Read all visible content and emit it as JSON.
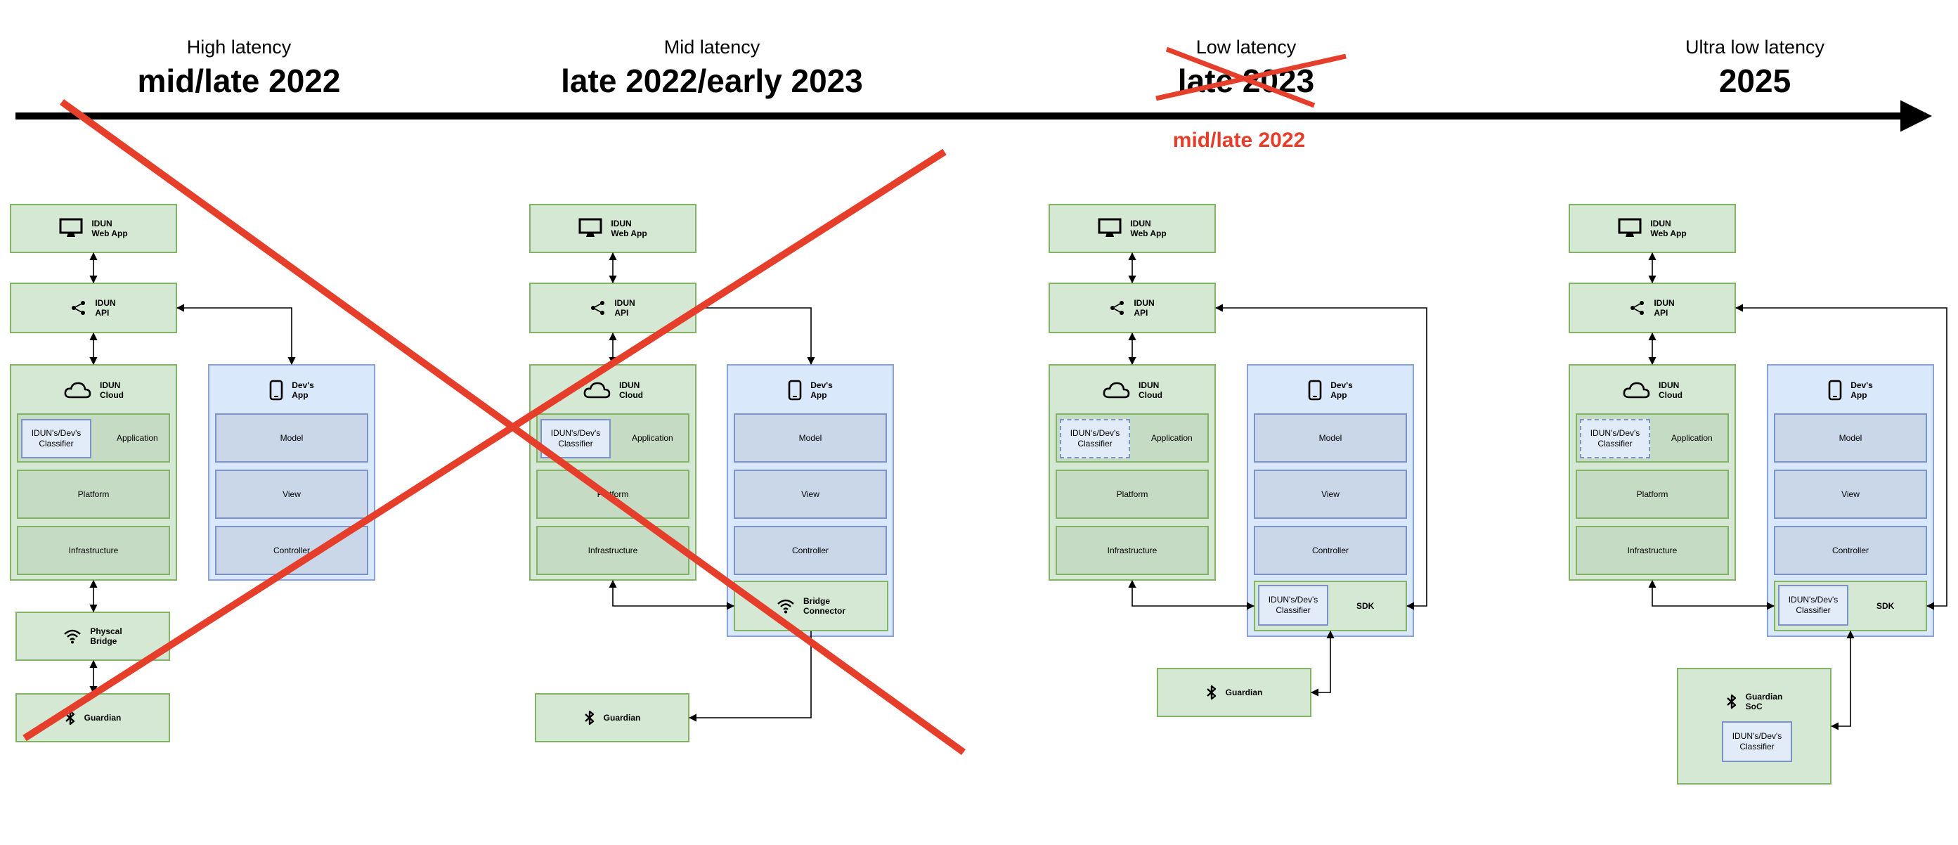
{
  "timeline": [
    {
      "sub": "High latency",
      "main": "mid/late 2022"
    },
    {
      "sub": "Mid latency",
      "main": "late 2022/early 2023"
    },
    {
      "sub": "Low latency",
      "main": "late 2023",
      "revised": "mid/late 2022"
    },
    {
      "sub": "Ultra low latency",
      "main": "2025"
    }
  ],
  "labels": {
    "idun": "IDUN",
    "web_app": "Web App",
    "api": "API",
    "cloud": "Cloud",
    "devs": "Dev's",
    "app": "App",
    "classifier_1": "IDUN's/Dev's",
    "classifier_2": "Classifier",
    "application": "Application",
    "platform": "Platform",
    "infrastructure": "Infrastructure",
    "model": "Model",
    "view": "View",
    "controller": "Controller",
    "physical_1": "Physcal",
    "physical_2": "Bridge",
    "guardian": "Guardian",
    "bridge_1": "Bridge",
    "bridge_2": "Connector",
    "sdk": "SDK",
    "soc": "SoC"
  },
  "colors": {
    "green_fill": "#d5e8d4",
    "green_stroke": "#82b366",
    "blue_fill": "#dae8fc",
    "blue_stroke": "#8ba4d6",
    "strike_red": "#e53f2b"
  },
  "icons": [
    "monitor-icon",
    "share-icon",
    "cloud-icon",
    "phone-icon",
    "wifi-icon",
    "bluetooth-icon"
  ]
}
